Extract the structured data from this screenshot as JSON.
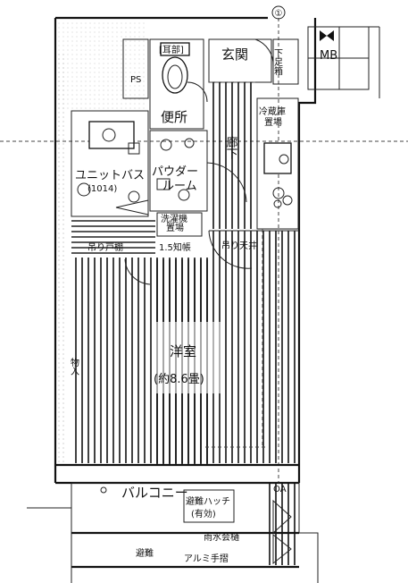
{
  "plan": {
    "grid_marker": "①",
    "rooms": {
      "entrance": "玄関",
      "shoe_box": "下足箱",
      "meter_box": "MB",
      "pipe_space": "PS",
      "toilet": "便所",
      "toilet_fixture": "[耳部]",
      "unit_bath": "ユニットバス",
      "unit_bath_size": "(1014)",
      "powder_room_1": "パウダー",
      "powder_room_2": "ルーム",
      "washer_space_1": "洗濯機",
      "washer_space_2": "置場",
      "washer_size": "1.5知帳",
      "fridge_space_1": "冷蔵庫",
      "fridge_space_2": "置場",
      "corridor": "廊下",
      "western_room": "洋室",
      "western_room_size": "(約8.6畳)",
      "balcony": "バルコニー",
      "evacuation_hatch_1": "避難ハッチ",
      "evacuation_hatch_2": "(有効)",
      "outdoor_ac": "OA",
      "railing": "アルミ手摺",
      "eaves": "避難",
      "balcony_edge": "雨水会樋",
      "storage_upper": "吊り戸棚",
      "storage_left": "物入",
      "storage_right": "吊り天井"
    }
  }
}
